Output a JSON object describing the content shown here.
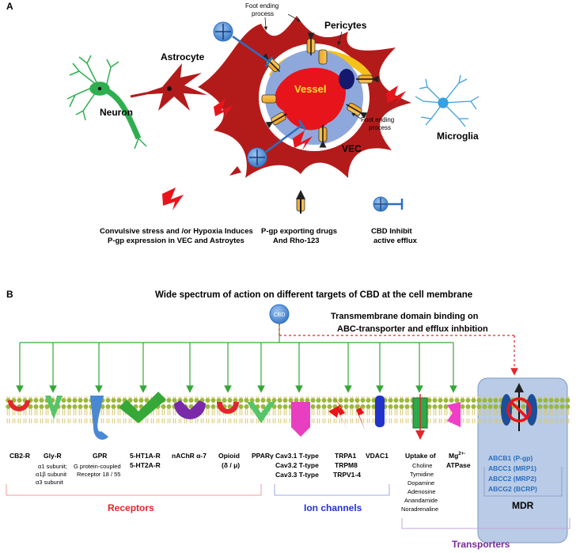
{
  "panelA": {
    "label": "A",
    "neuron": "Neuron",
    "astrocyte": "Astrocyte",
    "pericytes": "Pericytes",
    "vessel": "Vessel",
    "vec": "VEC",
    "microglia": "Microglia",
    "foot_top_1": "Foot ending",
    "foot_top_2": "process",
    "foot_right_1": "Foot ending",
    "foot_right_2": "process",
    "legend": {
      "stress_1": "Convulsive stress and /or Hypoxia Induces",
      "stress_2": "P-gp expression in VEC and Astroytes",
      "pgp_1": "P-gp exporting drugs",
      "pgp_2": "And Rho-123",
      "cbd_1": "CBD Inhibit",
      "cbd_2": "active efflux"
    }
  },
  "panelB": {
    "label": "B",
    "title": "Wide spectrum of action on different  targets of CBD at the cell membrane",
    "cbd": "CBD",
    "transmembrane_1": "Transmembrane domain binding on",
    "transmembrane_2": "ABC-transporter and efflux inhbition",
    "targets": {
      "cb2": "CB2-R",
      "glyr": "Gly-R",
      "glyr_1": "α1 subunit;",
      "glyr_2": "α1β subunit",
      "glyr_3": "α3 subunit",
      "gpr": "GPR",
      "gpr_1": "G protein-coupled",
      "gpr_2": "Receptor 18 / 55",
      "ht1a": "5-HT1A-R",
      "ht2a": "5-HT2A-R",
      "nachr": "nAChR α-7",
      "opioid": "Opioid",
      "opioid_2": "(δ / μ)",
      "ppar": "PPARγ",
      "cav1": "Cav3.1 T-type",
      "cav2": "Cav3.2 T-type",
      "cav3": "Cav3.3 T-type",
      "trpa1": "TRPA1",
      "trpm8": "TRPM8",
      "trpv": "TRPV1-4",
      "vdac1": "VDAC1",
      "uptake": "Uptake of",
      "uptake_1": "Choline",
      "uptake_2": "Tymidine",
      "uptake_3": "Dopamine",
      "uptake_4": "Adenosine",
      "uptake_5": "Anandamide",
      "uptake_6": "Noradrenaline",
      "mg": "Mg",
      "mg_sup": "2+-",
      "atpase": "ATPase",
      "abcb1": "ABCB1  (P-gp)",
      "abcc1": "ABCC1    (MRP1)",
      "abcc2": "ABCC2    (MRP2)",
      "abcg2": "ABCG2  (BCRP)",
      "mdr": "MDR"
    },
    "groups": {
      "receptors": "Receptors",
      "ion_channels": "Ion channels",
      "transporters": "Transporters"
    }
  },
  "colors": {
    "astro_red": "#b31b1b",
    "vessel_red": "#e8141b",
    "vec_blue": "#8fa8dc",
    "neuron_green": "#2fae4f",
    "microglia_blue": "#3aa0e0",
    "cbd_blue": "#4f8fd6",
    "arrow_green": "#35a838",
    "receptors_red": "#e3262b",
    "ion_blue": "#2233cc",
    "transporters_purple": "#7a2a9a",
    "mdr_box": "#b9cbe6"
  }
}
